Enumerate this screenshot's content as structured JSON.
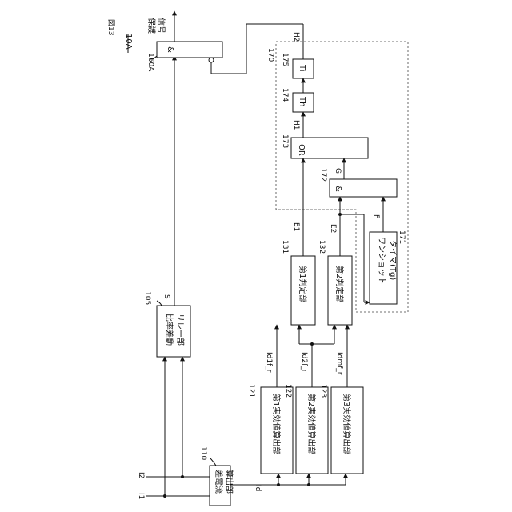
{
  "figure": {
    "title": "図13",
    "system_label": "10A"
  },
  "blocks": {
    "diff_current": {
      "id": "110",
      "line1": "差電流",
      "line2": "算出部"
    },
    "ratio_diff": {
      "id": "105",
      "line1": "比率差動",
      "line2": "リレー部"
    },
    "calc1": {
      "id": "121",
      "text": "第1実効値算出部"
    },
    "calc2": {
      "id": "122",
      "text": "第2実効値算出部"
    },
    "calc3": {
      "id": "123",
      "text": "第3実効値算出部"
    },
    "judge1": {
      "id": "131",
      "text": "第1判定部"
    },
    "judge2": {
      "id": "132",
      "text": "第2判定部"
    },
    "oneshot": {
      "id": "171",
      "line1": "ワンショット",
      "line2": "タイマ(Tg)"
    },
    "and_g": {
      "id": "172",
      "text": "&"
    },
    "or_gate": {
      "id": "173",
      "text": "OR"
    },
    "th": {
      "id": "174",
      "text": "Th"
    },
    "ti": {
      "id": "175",
      "text": "Ti"
    },
    "and_out": {
      "id": "160A",
      "text": "&"
    },
    "group": {
      "id": "170"
    }
  },
  "signals": {
    "i1": "I1",
    "i2": "I2",
    "id": "Id",
    "id1f": "Id1f_r",
    "id2f": "Id2f_r",
    "idmf": "Idmf_r",
    "s": "S",
    "e1": "E1",
    "e2": "E2",
    "f": "F",
    "g": "G",
    "h1": "H1",
    "h2": "H2",
    "out_line1": "保護",
    "out_line2": "信号"
  }
}
